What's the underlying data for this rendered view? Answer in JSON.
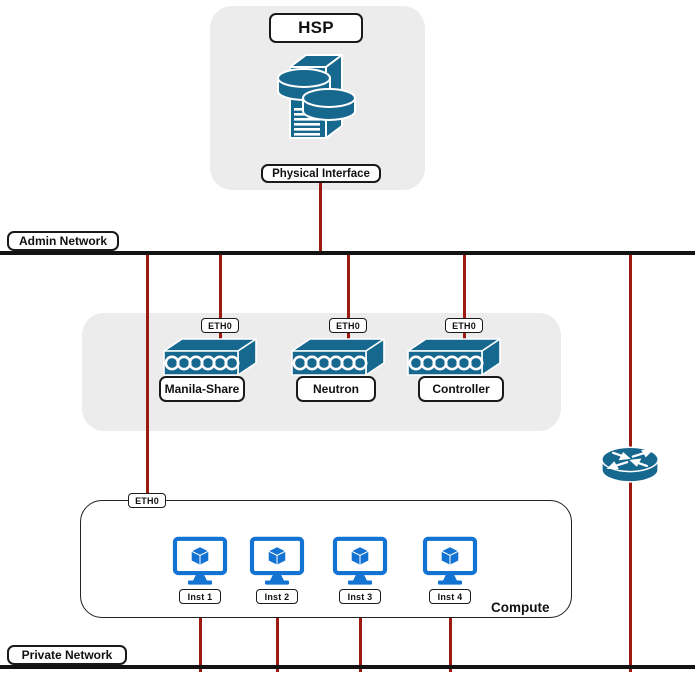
{
  "diagram": {
    "hsp": {
      "title": "HSP",
      "interface_label": "Physical Interface",
      "icon": "storage-server-icon"
    },
    "networks": {
      "admin": {
        "label": "Admin Network"
      },
      "private": {
        "label": "Private Network"
      }
    },
    "switches": [
      {
        "name": "Manila-Share",
        "port": "ETH0",
        "icon": "switch-icon"
      },
      {
        "name": "Neutron",
        "port": "ETH0",
        "icon": "switch-icon"
      },
      {
        "name": "Controller",
        "port": "ETH0",
        "icon": "switch-icon"
      }
    ],
    "router": {
      "icon": "router-icon"
    },
    "compute": {
      "label": "Compute",
      "port": "ETH0",
      "instances": [
        {
          "name": "Inst 1",
          "icon": "instance-monitor-icon"
        },
        {
          "name": "Inst 2",
          "icon": "instance-monitor-icon"
        },
        {
          "name": "Inst 3",
          "icon": "instance-monitor-icon"
        },
        {
          "name": "Inst 4",
          "icon": "instance-monitor-icon"
        }
      ]
    },
    "colors": {
      "device_blue": "#17688E",
      "instance_blue": "#1273D2",
      "link_red": "#9B1B10",
      "network_black": "#131313",
      "panel_gray": "#ECECEC"
    }
  }
}
